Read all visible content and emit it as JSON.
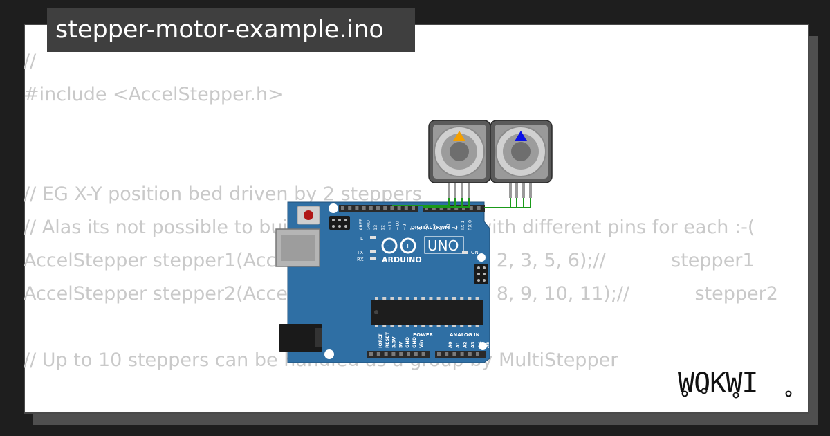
{
  "title": "stepper-motor-example.ino",
  "code_lines": [
    "//",
    "#include <AccelStepper.h>",
    "",
    "",
    "// EG X-Y position bed driven by 2 steppers",
    "// Alas its not possible to build an array of these with different pins for each :-(",
    "AccelStepper stepper1(AccelStepper::FULL4WIRE, 2, 3, 5, 6);//           stepper1",
    "AccelStepper stepper2(AccelStepper::FULL4WIRE, 8, 9, 10, 11);//           stepper2",
    "",
    "// Up to 10 steppers can be handled as a group by MultiStepper"
  ],
  "board": {
    "uno_label": "UNO",
    "brand_label": "ARDUINO",
    "digital_label": "DIGITAL (PWM ~)",
    "power_label": "POWER",
    "analog_label": "ANALOG IN",
    "on_label": "ON",
    "l_label": "L",
    "tx_label": "TX",
    "rx_label": "RX",
    "top_pins": [
      "AREF",
      "GND",
      "13",
      "12",
      "~11",
      "~10",
      "~9",
      "8",
      "7",
      "~6",
      "~5",
      "4",
      "~3",
      "2",
      "TX 1",
      "RX 0"
    ],
    "power_pins": [
      "IOREF",
      "RESET",
      "3.3V",
      "5V",
      "GND",
      "GND",
      "Vin"
    ],
    "analog_pins": [
      "A0",
      "A1",
      "A2",
      "A3",
      "A4",
      "A5"
    ]
  },
  "motors": [
    {
      "name": "stepper1",
      "indicator_color": "#f5a000"
    },
    {
      "name": "stepper2",
      "indicator_color": "#0a10e6"
    }
  ],
  "wire_color": "#1a9a1a",
  "logo_text": "WOKWI"
}
